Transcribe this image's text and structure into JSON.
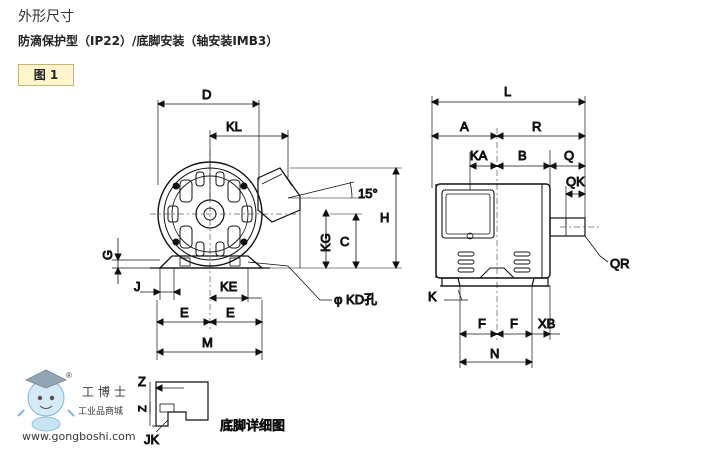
{
  "header": {
    "title": "外形尺寸",
    "subtitle": "防滴保护型（IP22）/底脚安装（轴安装IMB3）",
    "figure_button": "图 1"
  },
  "labels": {
    "D": "D",
    "KL": "KL",
    "angle": "15°",
    "H": "H",
    "KG": "KG",
    "C": "C",
    "G": "G",
    "J": "J",
    "KE": "KE",
    "E1": "E",
    "E2": "E",
    "M": "M",
    "KD": "φ KD孔",
    "L": "L",
    "A": "A",
    "R": "R",
    "KA": "KA",
    "B": "B",
    "Q": "Q",
    "QK": "QK",
    "QR": "QR",
    "K": "K",
    "F1": "F",
    "F2": "F",
    "XB": "XB",
    "N": "N",
    "Z": "Z",
    "JK": "JK",
    "foot_detail": "底脚详细图"
  },
  "watermark": {
    "brand": "工博士",
    "tagline": "工业品商城",
    "url": "www.gongboshi.com",
    "registered": "®"
  }
}
